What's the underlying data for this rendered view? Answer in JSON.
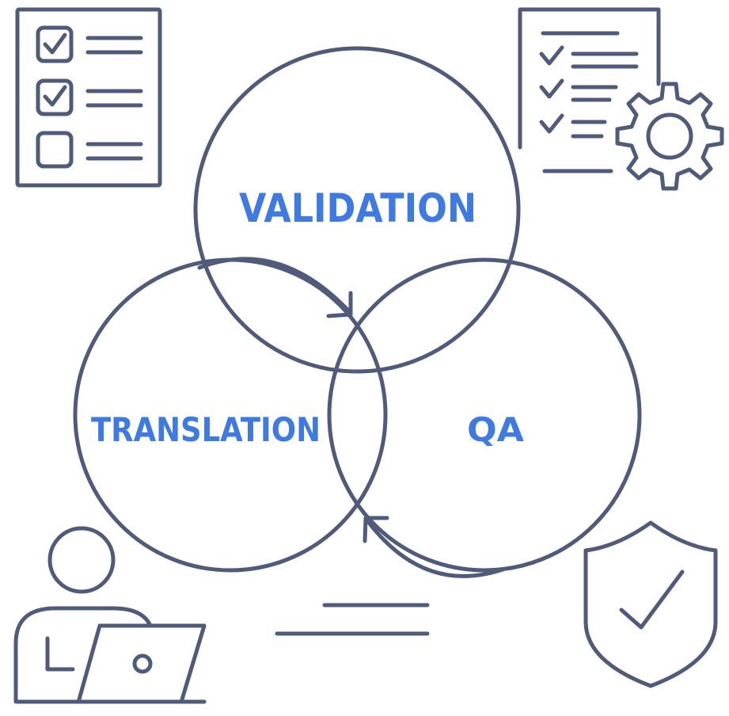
{
  "diagram": {
    "labels": {
      "validation": "VALIDATION",
      "translation": "TRANSLATION",
      "qa": "QA"
    },
    "colors": {
      "stroke": "#505b7c",
      "label": "#3f7ae0",
      "background": "#ffffff"
    },
    "icons": [
      "checklist-icon",
      "settings-document-icon",
      "person-laptop-icon",
      "shield-check-icon"
    ]
  }
}
